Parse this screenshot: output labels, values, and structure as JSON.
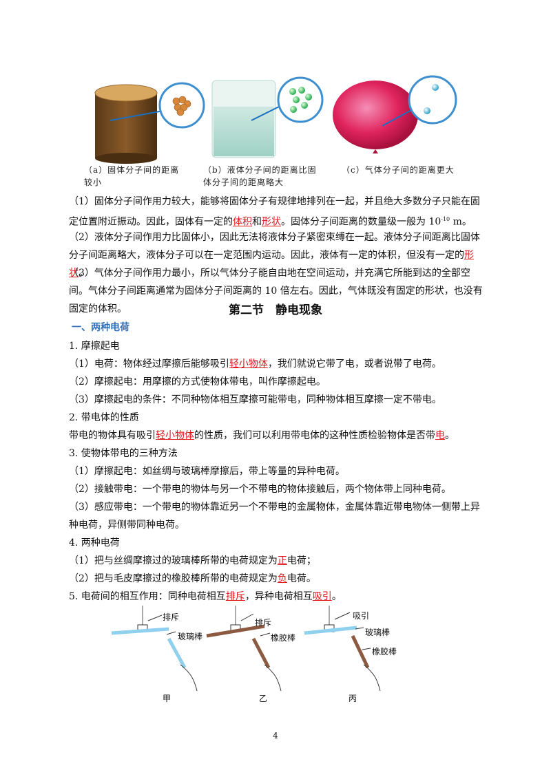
{
  "captions": {
    "a": "（a）固体分子间的距离较小",
    "b": "（b）液体分子间的距离比固体分子间的距离略大",
    "c": "（c）气体分子间的距离更大"
  },
  "para1": {
    "pre": "（1）固体分子间作用力较大，能够将固体分子有规律地排列在一起，并且绝大多数分子只能在固定位置附近振动。因此，固体有一定的",
    "r1": "体积",
    "mid": "和",
    "r2": "形状",
    "post": "。固体分子间距离的数量级一般为 10",
    "sup": "-10",
    "unit": " m。"
  },
  "para2": {
    "pre": "（2）液体分子间作用力比固体小，因此无法将液体分子紧密束缚在一起。液体分子间距离比固体分子间距离略大，液体分子可以在一定范围内运动。因此，液体有一定的体积，但没有一定的",
    "r1": "形状",
    "post": "。"
  },
  "para3": "（3）气体分子间作用力最小，所以气体分子能自由地在空间运动，并充满它所能到达的全部空间。气体分子间距离通常为固体分子间距离的 10 倍左右。因此，气体既没有固定的形状，也没有固定的体积。",
  "section_title": "第二节　静电现象",
  "subsection": "一、两种电荷",
  "h1": "1. 摩擦起电",
  "l1": {
    "pre": "（1）电荷：物体经过摩擦后能够吸引",
    "r": "轻小物体",
    "post": "，我们就说它带了电，或者说带了电荷。"
  },
  "l2": "（2）摩擦起电：用摩擦的方式使物体带电，叫作摩擦起电。",
  "l3": "（3）摩擦起电的条件：不同种物体相互摩擦可能带电，同种物体相互摩擦一定不带电。",
  "h2": "2. 带电体的性质",
  "l4": {
    "pre": "带电的物体具有吸引",
    "r": "轻小物体",
    "mid": "的性质，我们可以利用带电体的这种性质检验物体是否带",
    "r2": "电",
    "post": "。"
  },
  "h3": "3. 使物体带电的三种方法",
  "l5": "（1）摩擦起电：如丝绸与玻璃棒摩擦后，带上等量的异种电荷。",
  "l6": "（2）接触带电：一个带电的物体与另一个不带电的物体接触后，两个物体带上同种电荷。",
  "l7": "（3）感应带电：一个带电的物体靠近另一个不带电的金属物体，金属体靠近带电物体一侧带上异种电荷，异侧带同种电荷。",
  "h4": "4. 两种电荷",
  "l8": {
    "pre": "（1）把与丝绸摩擦过的玻璃棒所带的电荷规定为",
    "r": "正",
    "post": "电荷；"
  },
  "l9": {
    "pre": "（2）把与毛皮摩擦过的橡胶棒所带的电荷规定为",
    "r": "负",
    "post": "电荷。"
  },
  "h5": {
    "pre": "5. 电荷间的相互作用：同种电荷相互",
    "r1": "排斥",
    "mid": "，异种电荷相互",
    "r2": "吸引",
    "post": "。"
  },
  "fig2": {
    "a_label": "排斥",
    "a_rod": "玻璃棒",
    "a_name": "甲",
    "b_label": "排斥",
    "b_rod": "橡胶棒",
    "b_name": "乙",
    "c_label": "吸引",
    "c_rod1": "玻璃棒",
    "c_rod2": "橡胶棒",
    "c_name": "丙"
  },
  "page_number": "4"
}
